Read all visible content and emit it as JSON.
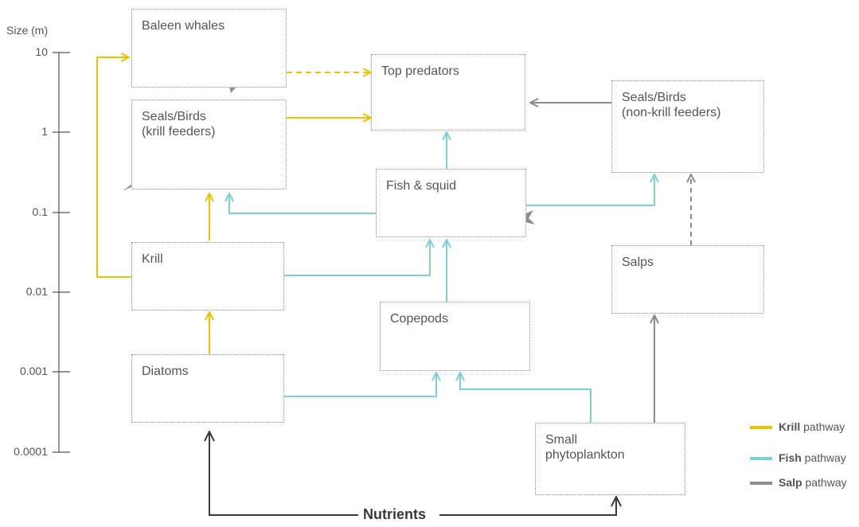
{
  "colors": {
    "krill": "#ecc300",
    "fish": "#7dcfd8",
    "salp": "#8c8c8c",
    "nutrient": "#3a3a3a",
    "silhouette": "#8e8e8e"
  },
  "axis": {
    "title": "Size (m)",
    "ticks": [
      "10",
      "1",
      "0.1",
      "0.01",
      "0.001",
      "0.0001"
    ]
  },
  "nodes": {
    "baleen": "Baleen whales",
    "seals_krill": "Seals/Birds\n(krill feeders)",
    "krill": "Krill",
    "diatoms": "Diatoms",
    "top_predators": "Top predators",
    "fish_squid": "Fish & squid",
    "copepods": "Copepods",
    "seals_nonkrill": "Seals/Birds\n(non-krill feeders)",
    "salps": "Salps",
    "small_phyto": "Small\nphytoplankton"
  },
  "icons": {
    "baleen": "whale-icon",
    "seals_krill": "sea-lion-and-albatross-icon",
    "krill": "krill-icon",
    "diatoms": "diatom-chain-icon",
    "top_predators": "orca-icon",
    "fish_squid": "squid-and-fish-icon",
    "copepods": "copepod-icon",
    "seals_nonkrill": "seal-and-penguin-icon",
    "salps": "salp-icon",
    "small_phyto": "phytoplankton-cell-icon"
  },
  "legend": [
    {
      "key": "Krill",
      "suffix": " pathway",
      "color": "#ecc300"
    },
    {
      "key": "Fish",
      "suffix": " pathway",
      "color": "#7dcfd8"
    },
    {
      "key": "Salp",
      "suffix": " pathway",
      "color": "#8c8c8c"
    }
  ],
  "nutrients_label": "Nutrients"
}
